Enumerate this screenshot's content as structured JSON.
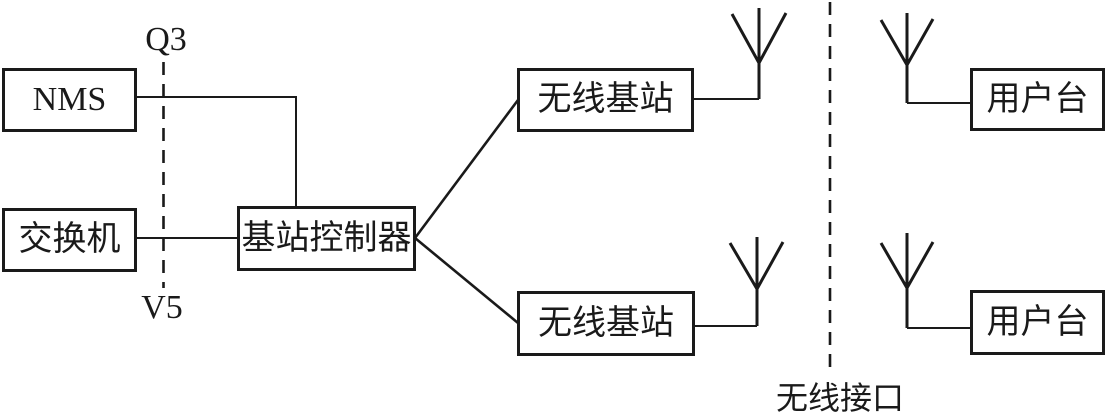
{
  "diagram": {
    "nodes": {
      "nms": {
        "label": "NMS"
      },
      "switch": {
        "label": "交换机"
      },
      "bsc": {
        "label": "基站控制器"
      },
      "base_station_top": {
        "label": "无线基站"
      },
      "base_station_bottom": {
        "label": "无线基站"
      },
      "user_station_top": {
        "label": "用户台"
      },
      "user_station_bottom": {
        "label": "用户台"
      }
    },
    "interface_labels": {
      "q3": "Q3",
      "v5": "V5",
      "air_interface": "无线接口"
    },
    "icons": {
      "antenna": "antenna-icon"
    },
    "colors": {
      "line": "#1a1a1a",
      "background": "#ffffff"
    }
  }
}
